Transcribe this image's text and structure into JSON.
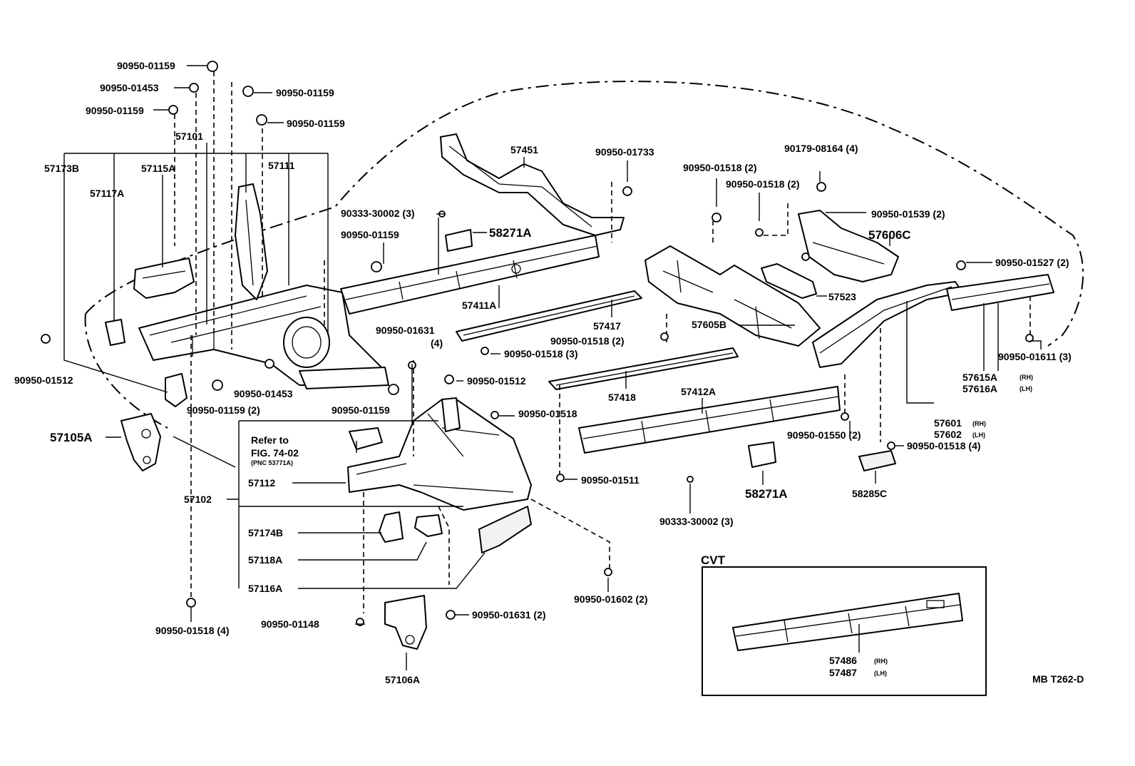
{
  "diagram_id": "MB T262-D",
  "labels": {
    "p57101": "57101",
    "p57173b": "57173B",
    "p57115a": "57115A",
    "p57111": "57111",
    "p57117a": "57117A",
    "p57105a": "57105A",
    "p57102": "57102",
    "p57112": "57112",
    "p57174b": "57174B",
    "p57118a": "57118A",
    "p57116a": "57116A",
    "p57106a": "57106A",
    "p57451": "57451",
    "p58271a_top": "58271A",
    "p57411a": "57411A",
    "p57417": "57417",
    "p57418": "57418",
    "p57412a": "57412A",
    "p58271a_bot": "58271A",
    "p57605b": "57605B",
    "p57523": "57523",
    "p57606c": "57606C",
    "p57615a": "57615A",
    "p57615a_side": "(RH)",
    "p57616a": "57616A",
    "p57616a_side": "(LH)",
    "p57601": "57601",
    "p57601_side": "(RH)",
    "p57602": "57602",
    "p57602_side": "(LH)",
    "p58285c": "58285C",
    "refer_to": "Refer to",
    "refer_fig": "FIG. 74-02",
    "refer_pnc": "(PNC 53771A)",
    "f_01159_a": "90950-01159",
    "f_01453_a": "90950-01453",
    "f_01159_b": "90950-01159",
    "f_01159_c": "90950-01159",
    "f_01159_d": "90950-01159",
    "f_01512_a": "90950-01512",
    "f_01159_e": "90950-01159 (2)",
    "f_01453_b": "90950-01453",
    "f_01159_f": "90950-01159",
    "f_30002_a": "90333-30002 (3)",
    "f_01159_g": "90950-01159",
    "f_01733": "90950-01733",
    "f_01631_a": "90950-01631",
    "f_01631_a_qty": "(4)",
    "f_01518_a": "90950-01518 (3)",
    "f_01518_b": "90950-01518 (2)",
    "f_01512_b": "90950-01512",
    "f_01518_c": "90950-01518",
    "f_01511": "90950-01511",
    "f_30002_b": "90333-30002 (3)",
    "f_01602": "90950-01602 (2)",
    "f_01631_b": "90950-01631 (2)",
    "f_01148": "90950-01148",
    "f_01518_d": "90950-01518 (4)",
    "f_01518_e": "90950-01518 (2)",
    "f_01518_f": "90950-01518 (2)",
    "f_08164": "90179-08164 (4)",
    "f_01539": "90950-01539 (2)",
    "f_01527": "90950-01527 (2)",
    "f_01611": "90950-01611 (3)",
    "f_01550": "90950-01550 (2)",
    "f_01518_g": "90950-01518 (4)"
  },
  "cvt_box": {
    "title": "CVT",
    "p57486": "57486",
    "p57486_side": "(RH)",
    "p57487": "57487",
    "p57487_side": "(LH)"
  }
}
